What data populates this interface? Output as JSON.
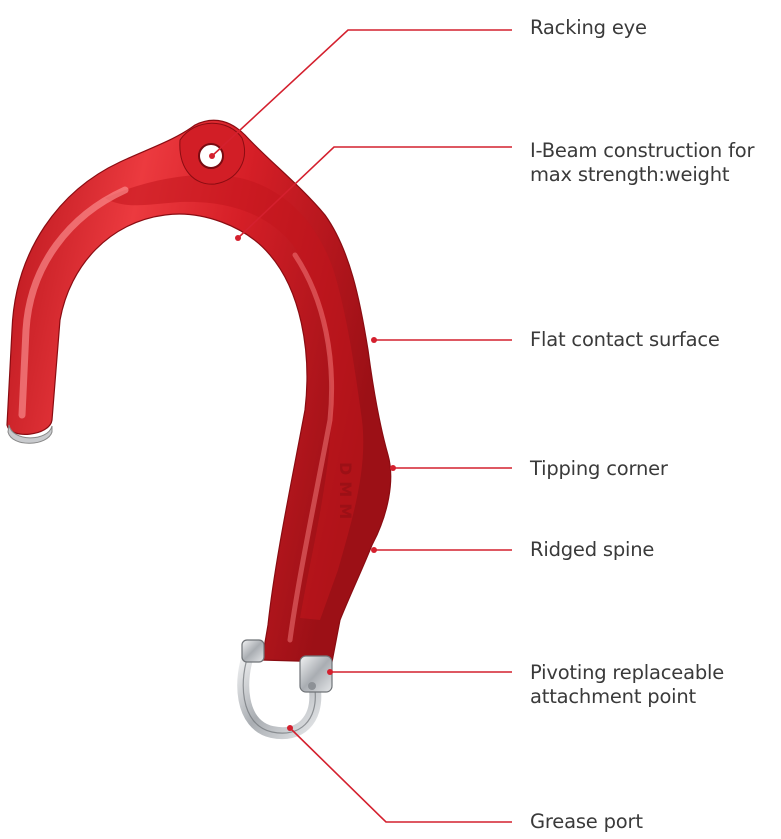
{
  "colors": {
    "leader": "#d4202e",
    "dot": "#d4202e",
    "text": "#3a3a3a",
    "hook_red": "#e0242c",
    "hook_dark": "#8e0f14",
    "steel": "#b9bcc0"
  },
  "hook": {
    "engraving": "DMM"
  },
  "callouts": [
    {
      "id": "racking-eye",
      "lines": [
        "Racking eye"
      ]
    },
    {
      "id": "i-beam",
      "lines": [
        "I-Beam construction for",
        "max strength:weight"
      ]
    },
    {
      "id": "flat-contact-surface",
      "lines": [
        "Flat contact surface"
      ]
    },
    {
      "id": "tipping-corner",
      "lines": [
        "Tipping corner"
      ]
    },
    {
      "id": "ridged-spine",
      "lines": [
        "Ridged spine"
      ]
    },
    {
      "id": "pivoting-attachment",
      "lines": [
        "Pivoting replaceable",
        "attachment point"
      ]
    },
    {
      "id": "grease-port",
      "lines": [
        "Grease port"
      ]
    }
  ]
}
